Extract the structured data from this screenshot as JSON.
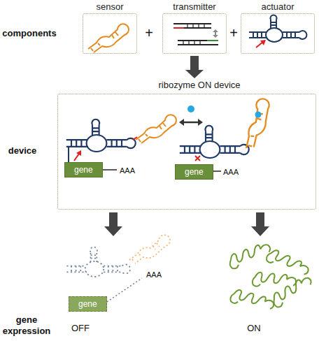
{
  "diagram": {
    "nodes": [
      {
        "text": [
          "sensor"
        ]
      },
      {
        "text": [
          "transmitter"
        ]
      },
      {
        "text": [
          "actuator"
        ]
      },
      {
        "text": [
          "ribozyme ON device"
        ]
      },
      {
        "text": [
          "gene"
        ],
        "in": 3
      },
      {
        "text": [
          "gene"
        ],
        "in": 3
      },
      {
        "text": [
          "gene"
        ]
      }
    ],
    "edges": [
      {
        "from": 1,
        "to": 3,
        "arrow": "to"
      }
    ],
    "labels": [
      "components",
      "+",
      "+",
      "device",
      "AAA",
      "AAA",
      "AAA",
      "gene expression",
      "OFF",
      "ON"
    ]
  }
}
